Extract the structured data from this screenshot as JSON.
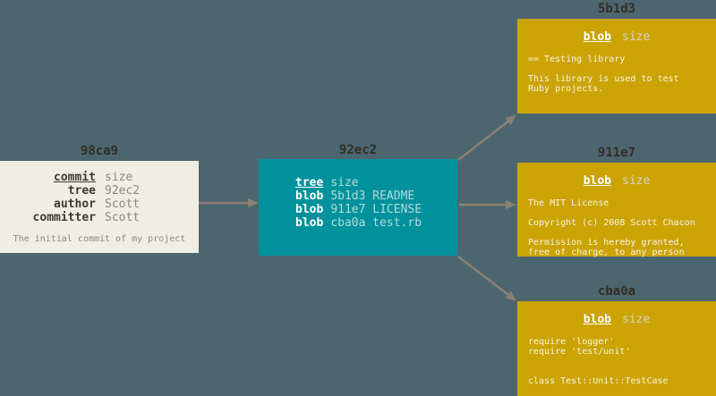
{
  "colors": {
    "background": "#4C6670",
    "commit_box_bg": "#F0EDE2",
    "tree_box_bg": "#00929C",
    "blob_box_bg": "#CBA303",
    "arrow": "#8A8174",
    "hash_label_text": "#332D24",
    "muted_text": "#8E887C"
  },
  "commit_box": {
    "hash": "98ca9",
    "rows": [
      {
        "label": "commit",
        "value": "size"
      },
      {
        "label": "tree",
        "value": "92ec2"
      },
      {
        "label": "author",
        "value": "Scott"
      },
      {
        "label": "committer",
        "value": "Scott"
      }
    ],
    "message": "The initial commit of my project"
  },
  "tree_box": {
    "hash": "92ec2",
    "rows": [
      {
        "keyword": "tree",
        "rest": "size"
      },
      {
        "keyword": "blob",
        "rest": "5b1d3 README"
      },
      {
        "keyword": "blob",
        "rest": "911e7 LICENSE"
      },
      {
        "keyword": "blob",
        "rest": "cba0a test.rb"
      }
    ]
  },
  "blob_boxes": [
    {
      "hash": "5b1d3",
      "type": "blob",
      "size_label": "size",
      "body": "== Testing library\n\nThis library is used to test\nRuby projects."
    },
    {
      "hash": "911e7",
      "type": "blob",
      "size_label": "size",
      "body": "The MIT License\n\nCopyright (c) 2008 Scott Chacon\n\nPermission is hereby granted,\nfree of charge, to any person"
    },
    {
      "hash": "cba0a",
      "type": "blob",
      "size_label": "size",
      "body": "require 'logger'\nrequire 'test/unit'\n\n\nclass Test::Unit::TestCase"
    }
  ]
}
